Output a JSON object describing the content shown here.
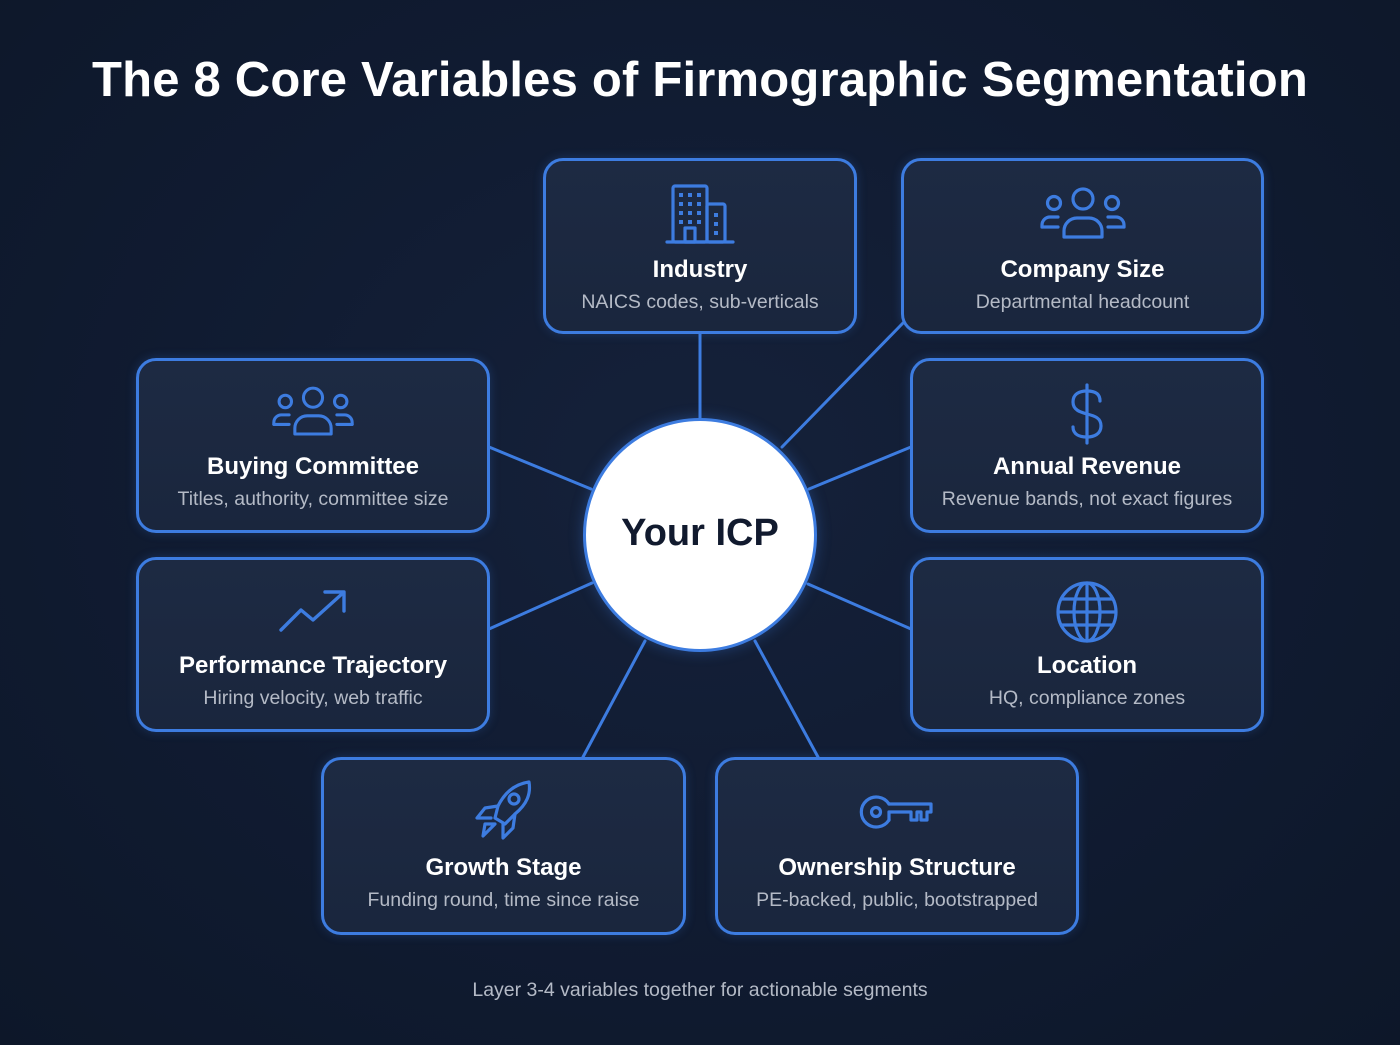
{
  "title": "The 8 Core Variables of Firmographic Segmentation",
  "hub": {
    "label": "Your ICP"
  },
  "colors": {
    "background": "#101b31",
    "card_background": "#1c2841",
    "accent": "#3d7ce0",
    "title_text": "#ffffff",
    "description_text": "#b4bac6",
    "hub_fill": "#ffffff",
    "hub_text": "#111a2e"
  },
  "variables": [
    {
      "label": "Industry",
      "description": "NAICS codes, sub-verticals",
      "icon": "building-icon"
    },
    {
      "label": "Company Size",
      "description": "Departmental headcount",
      "icon": "people-group-icon"
    },
    {
      "label": "Buying Committee",
      "description": "Titles, authority, committee size",
      "icon": "people-group-icon"
    },
    {
      "label": "Annual Revenue",
      "description": "Revenue bands, not exact figures",
      "icon": "dollar-icon"
    },
    {
      "label": "Performance Trajectory",
      "description": "Hiring velocity, web traffic",
      "icon": "trend-up-icon"
    },
    {
      "label": "Location",
      "description": "HQ, compliance zones",
      "icon": "globe-icon"
    },
    {
      "label": "Growth Stage",
      "description": "Funding round, time since raise",
      "icon": "rocket-icon"
    },
    {
      "label": "Ownership Structure",
      "description": "PE-backed, public, bootstrapped",
      "icon": "key-icon"
    }
  ],
  "footer": "Layer 3-4 variables together for actionable segments"
}
